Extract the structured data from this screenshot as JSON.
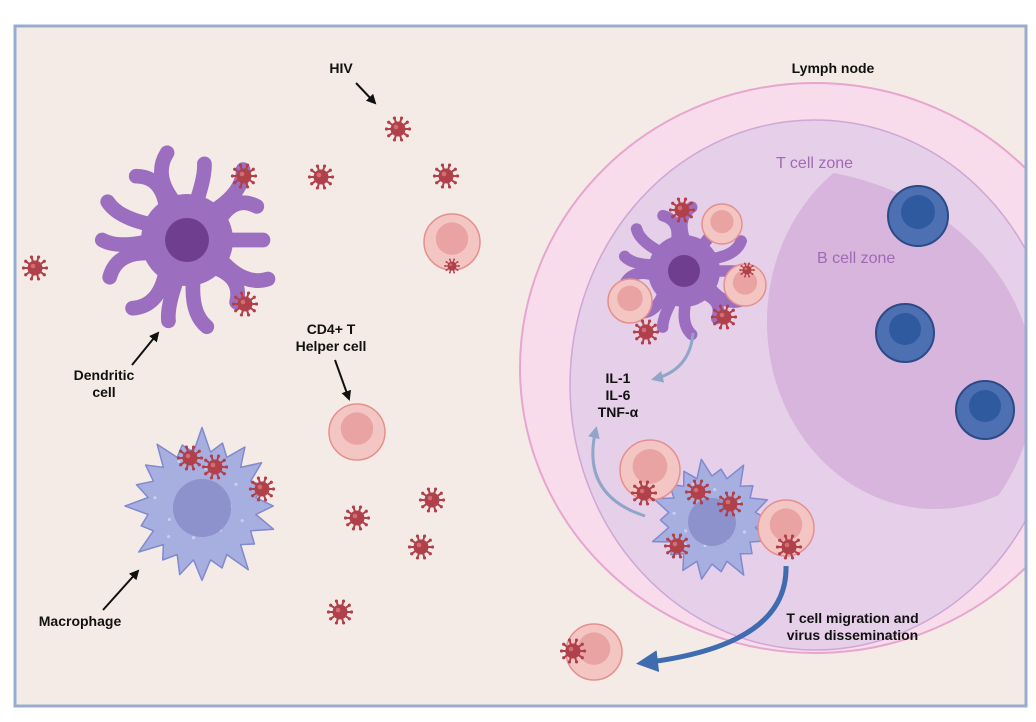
{
  "labels": {
    "hiv": "HIV",
    "lymph_node": "Lymph node",
    "t_cell_zone": "T cell zone",
    "b_cell_zone": "B cell zone",
    "dendritic_line1": "Dendritic",
    "dendritic_line2": "cell",
    "cd4_line1": "CD4+ T",
    "cd4_line2": "Helper cell",
    "macrophage": "Macrophage",
    "cytokine_1": "IL-1",
    "cytokine_2": "IL-6",
    "cytokine_3": "TNF-α",
    "migration_line1": "T cell migration and",
    "migration_line2": "virus dissemination"
  },
  "colors": {
    "background": "#f5ebe6",
    "frame": "#98acd0",
    "lymph_outer": "#f8dcec",
    "lymph_outer_edge": "#e7a5cf",
    "t_zone": "#e6cfe8",
    "b_zone": "#d7b5dc",
    "virus": "#b0404a",
    "dendritic": "#9c6ec0",
    "dendritic_nucleus": "#6f3e8f",
    "macrophage": "#a7aee0",
    "macrophage_nucleus": "#8e92cc",
    "t_cell": "#f4c6c3",
    "t_cell_nucleus": "#e9a3a2",
    "b_cell": "#4d70b2",
    "b_cell_nucleus": "#2f5aa0",
    "cytokine_arrow": "#8fa6c8",
    "migration_arrow": "#3f6bb0"
  }
}
